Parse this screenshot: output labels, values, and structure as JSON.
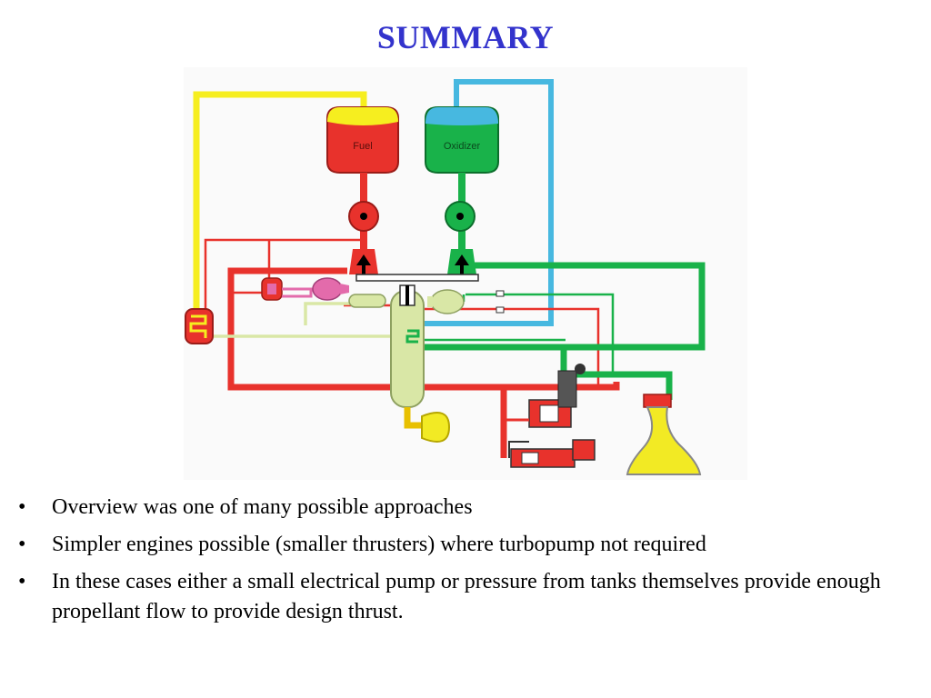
{
  "slide": {
    "title": "SUMMARY"
  },
  "diagram": {
    "fuel_tank_label": "Fuel",
    "oxidizer_tank_label": "Oxidizer",
    "colors": {
      "fuel": "#e8322c",
      "fuel_top": "#f6ee1f",
      "oxidizer": "#19b24a",
      "oxidizer_top": "#47b8e0",
      "gas_generator": "#d9e7a6",
      "pink": "#e36bab",
      "nozzle": "#f2ea24"
    }
  },
  "bullets": [
    {
      "marker": "•",
      "text": "Overview was one of many possible approaches"
    },
    {
      "marker": "•",
      "text": "Simpler engines possible (smaller thrusters) where turbopump not required"
    },
    {
      "marker": "•",
      "text": "In these cases either a small electrical pump or pressure from tanks themselves provide enough propellant flow to provide design thrust."
    }
  ]
}
